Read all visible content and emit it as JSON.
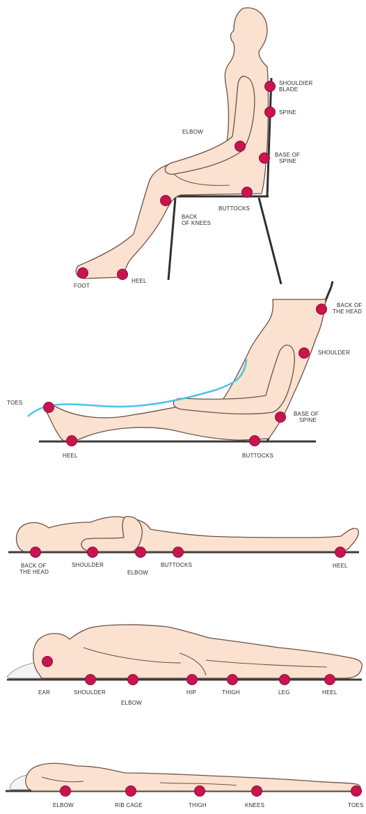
{
  "figures": [
    {
      "id": "sitting",
      "labels": {
        "shoulder_blade_1": "SHOULDIER",
        "shoulder_blade_2": "BLADE",
        "spine": "SPINE",
        "elbow": "ELBOW",
        "base_spine_1": "BASE OF",
        "base_spine_2": "SPINE",
        "buttocks": "BUTTOCKS",
        "back_knees_1": "BACK",
        "back_knees_2": "OF KNEES",
        "foot": "FOOT",
        "heel": "HEEL"
      }
    },
    {
      "id": "reclining",
      "labels": {
        "back_head_1": "BACK OF",
        "back_head_2": "THE HEAD",
        "shoulder": "SHOULDER",
        "toes": "TOES",
        "base_spine_1": "BASE OF",
        "base_spine_2": "SPINE",
        "heel": "HEEL",
        "buttocks": "BUTTOCKS"
      }
    },
    {
      "id": "supine",
      "labels": {
        "back_head_1": "BACK OF",
        "back_head_2": "THE HEAD",
        "shoulder": "SHOULDER",
        "elbow": "ELBOW",
        "buttocks": "BUTTOCKS",
        "heel": "HEEL"
      }
    },
    {
      "id": "side-lying",
      "labels": {
        "ear": "EAR",
        "shoulder": "SHOULDER",
        "elbow": "ELBOW",
        "hip": "HIP",
        "thigh": "THIGH",
        "leg": "LEG",
        "heel": "HEEL"
      }
    },
    {
      "id": "prone",
      "labels": {
        "elbow": "ELBOW",
        "rib_cage": "RIB CAGE",
        "thigh": "THIGH",
        "knees": "KNEES",
        "toes": "TOES"
      }
    }
  ],
  "colors": {
    "skin": "#fbe1cf",
    "pressure_point": "#c8144f",
    "mattress_wave": "#4cc2ea"
  }
}
